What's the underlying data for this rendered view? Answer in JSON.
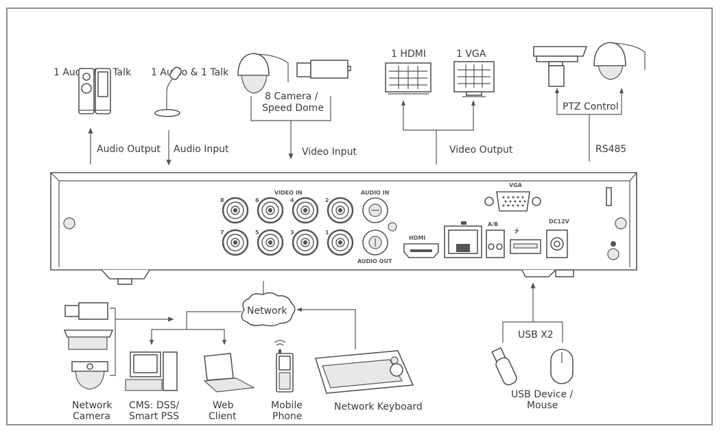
{
  "diagram": {
    "type": "DVR connection diagram",
    "top": {
      "audio_output_device": {
        "label": "1 Audio & 1 Talk",
        "connection": "Audio Output",
        "icon": "speaker-icon"
      },
      "audio_input_device": {
        "label": "1 Audio & 1 Talk",
        "connection": "Audio Input",
        "icon": "microphone-icon"
      },
      "cameras": {
        "label_line1": "8 Camera /",
        "label_line2": "Speed Dome",
        "connection": "Video Input",
        "icons": [
          "speed-dome-icon",
          "box-camera-icon"
        ]
      },
      "monitors": {
        "hdmi_label": "1 HDMI",
        "vga_label": "1 VGA",
        "connection": "Video Output",
        "icons": [
          "monitor-icon",
          "monitor-icon"
        ]
      },
      "ptz": {
        "label": "PTZ Control",
        "connection": "RS485",
        "icons": [
          "ptz-housing-icon",
          "speed-dome-icon"
        ]
      }
    },
    "panel": {
      "video_in_label": "VIDEO IN",
      "video_ports_top": [
        "8",
        "6",
        "4",
        "2"
      ],
      "video_ports_bottom": [
        "7",
        "5",
        "3",
        "1"
      ],
      "audio_in_label": "AUDIO IN",
      "audio_out_label": "AUDIO OUT",
      "hdmi_label": "HDMI",
      "vga_label": "VGA",
      "rs485_label": "A/B",
      "power_label": "DC12V"
    },
    "bottom": {
      "network_label": "Network",
      "network_camera": {
        "line1": "Network",
        "line2": "Camera"
      },
      "cms": {
        "line1": "CMS: DSS/",
        "line2": "Smart PSS"
      },
      "web_client": {
        "line1": "Web",
        "line2": "Client"
      },
      "mobile_phone": {
        "line1": "Mobile",
        "line2": "Phone"
      },
      "network_keyboard": {
        "label": "Network Keyboard"
      },
      "usb": {
        "label": "USB X2",
        "line1": "USB Device /",
        "line2": "Mouse"
      }
    }
  }
}
